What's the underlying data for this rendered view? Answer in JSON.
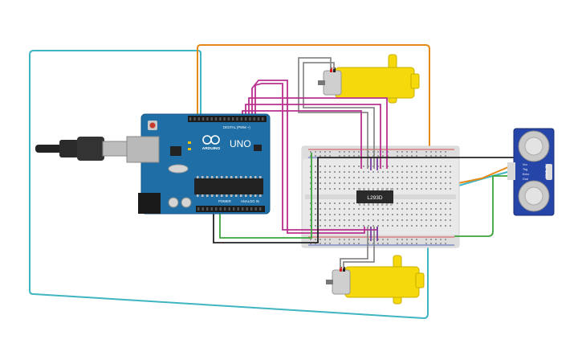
{
  "arduino": {
    "logo_text": "ARDUINO",
    "model": "UNO",
    "digital_header": "DIGITAL (PWM ~)",
    "power_header": "POWER",
    "analog_header": "ANALOG IN",
    "board_color": "#1f6fa6"
  },
  "driver_chip": {
    "label": "L293D"
  },
  "ultrasonic": {
    "label": "HC-SR04",
    "pins": [
      "Vcc",
      "Trig",
      "Echo",
      "Gnd"
    ]
  },
  "motors": [
    {
      "color": "#f5d90a"
    },
    {
      "color": "#f5d90a"
    }
  ],
  "wire_colors": {
    "cyan": "#3fb4c2",
    "orange": "#e58a17",
    "magenta": "#b8308f",
    "green": "#3aa53a",
    "black": "#222222",
    "gray": "#8a8a8a",
    "purple": "#7b3fa0",
    "red": "#d62020"
  }
}
